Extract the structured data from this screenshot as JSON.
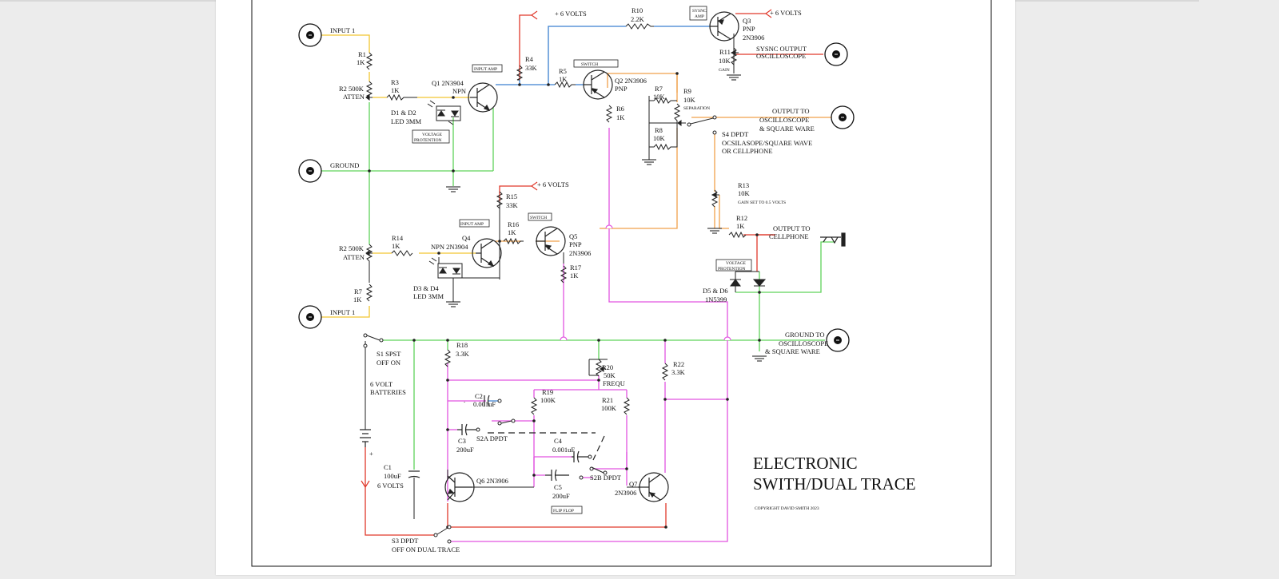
{
  "viewer": {
    "page_background": "#ececec",
    "sheet_background": "#ffffff"
  },
  "wire_colors": {
    "yellow": "#f2c531",
    "green": "#5fd35a",
    "red": "#e0392b",
    "blue": "#3a7fd0",
    "orange": "#f0a04a",
    "magenta": "#e255e0",
    "black": "#222222"
  },
  "jacks": {
    "input1_top": "INPUT 1",
    "ground": "GROUND",
    "input1_bottom": "INPUT 1",
    "sync_output_l1": "SYSNC OUTPUT",
    "sync_output_l2": "OSCILLOSCOPE",
    "scope_output_l1": "OUTPUT TO",
    "scope_output_l2": "OSCILLOSCOPE",
    "scope_output_l3": "& SQUARE WARE",
    "phone_output_l1": "OUTPUT TO",
    "phone_output_l2": "CELLPHONE",
    "ground_to_l1": "GROUND TO",
    "ground_to_l2": "OSCILLOSCOPE",
    "ground_to_l3": "& SQUARE WARE"
  },
  "supply": {
    "six_volts": "+ 6 VOLTS",
    "six_volts_c1": "6 VOLTS"
  },
  "components": {
    "r1": {
      "ref": "R1",
      "value": "1K"
    },
    "r2_top": {
      "ref": "R2 500K",
      "value": "ATTEN"
    },
    "r3": {
      "ref": "R3",
      "value": "1K"
    },
    "d1d2": {
      "ref": "D1 & D2",
      "value": "LED 3MM"
    },
    "q1": {
      "ref": "Q1 2N3904",
      "value": "NPN"
    },
    "r4": {
      "ref": "R4",
      "value": "33K"
    },
    "r5": {
      "ref": "R5",
      "value": "1K"
    },
    "q2": {
      "ref": "Q2 2N3906",
      "value": "PNP"
    },
    "r10": {
      "ref": "R10",
      "value": "2.2K"
    },
    "q3": {
      "ref": "Q3",
      "value": "PNP",
      "part": "2N3906"
    },
    "r11": {
      "ref": "R11",
      "value": "10K",
      "note": "GAIN"
    },
    "r6": {
      "ref": "R6",
      "value": "1K"
    },
    "r7_top": {
      "ref": "R7",
      "value": "10K"
    },
    "r8": {
      "ref": "R8",
      "value": "10K"
    },
    "r9": {
      "ref": "R9",
      "value": "10K",
      "note": "SEPARATION"
    },
    "s4": {
      "ref": "S4  DPDT",
      "line2": "OCSILASOPE/SQUARE WAVE",
      "line3": "OR  CELLPHONE"
    },
    "r15": {
      "ref": "R15",
      "value": "33K"
    },
    "r16": {
      "ref": "R16",
      "value": "1K"
    },
    "r14": {
      "ref": "R14",
      "value": "1K"
    },
    "r2_bottom": {
      "ref": "R2 500K",
      "value": "ATTEN"
    },
    "q4": {
      "ref": "Q4",
      "value": "NPN 2N3904"
    },
    "q5": {
      "ref": "Q5",
      "value": "PNP",
      "part": "2N3906"
    },
    "r17": {
      "ref": "R17",
      "value": "1K"
    },
    "d3d4": {
      "ref": "D3 & D4",
      "value": "LED 3MM"
    },
    "r7_bottom": {
      "ref": "R7",
      "value": "1K"
    },
    "r13": {
      "ref": "R13",
      "value": "10K",
      "note": "GAIN SET TO 0.5 VOLTS"
    },
    "r12": {
      "ref": "R12",
      "value": "1K"
    },
    "d5d6": {
      "ref": "D5 & D6",
      "value": "1N5399"
    },
    "s1": {
      "ref": "S1  SPST",
      "value": "OFF ON"
    },
    "batteries": {
      "line1": "6 VOLT",
      "line2": "BATTERIES"
    },
    "r18": {
      "ref": "R18",
      "value": "3.3K"
    },
    "r20": {
      "ref": "R20",
      "value": "50K",
      "note": "FREQU"
    },
    "r22": {
      "ref": "R22",
      "value": "3.3K"
    },
    "c2": {
      "ref": "C2",
      "value": "0.001uF"
    },
    "r19": {
      "ref": "R19",
      "value": "100K"
    },
    "r21": {
      "ref": "R21",
      "value": "100K"
    },
    "c3": {
      "ref": "C3",
      "value": "200uF"
    },
    "s2a": {
      "ref": "S2A DPDT"
    },
    "c4": {
      "ref": "C4",
      "value": "0.001uF"
    },
    "c5": {
      "ref": "C5",
      "value": "200uF"
    },
    "s2b": {
      "ref": "S2B DPDT"
    },
    "c1": {
      "ref": "C1",
      "value": "100uF"
    },
    "q6": {
      "ref": "Q6 2N3906"
    },
    "q7": {
      "ref": "Q7",
      "value": "2N3906"
    },
    "s3": {
      "ref": "S3  DPDT",
      "value": "OFF ON DUAL TRACE"
    }
  },
  "boxes": {
    "input_amp_1": "INPUT AMP",
    "switch_1": "SWITCH",
    "sync_amp_l1": "SYSNC",
    "sync_amp_l2": "AMP",
    "voltage_prot_1_l1": "VOLTAGE",
    "voltage_prot_1_l2": "PROTENTION",
    "input_amp_2": "INPUT AMP",
    "switch_2": "SWITCH",
    "voltage_prot_2_l1": "VOLTAGE",
    "voltage_prot_2_l2": "PROTENTION",
    "flip_flop": "FLIP FLOP"
  },
  "title": {
    "line1": "ELECTRONIC",
    "line2": "SWITH/DUAL TRACE",
    "copyright": "COPYRIGHT DAVID SMITH 2023"
  },
  "misc": {
    "plus_sign": "+",
    "speck": "."
  }
}
